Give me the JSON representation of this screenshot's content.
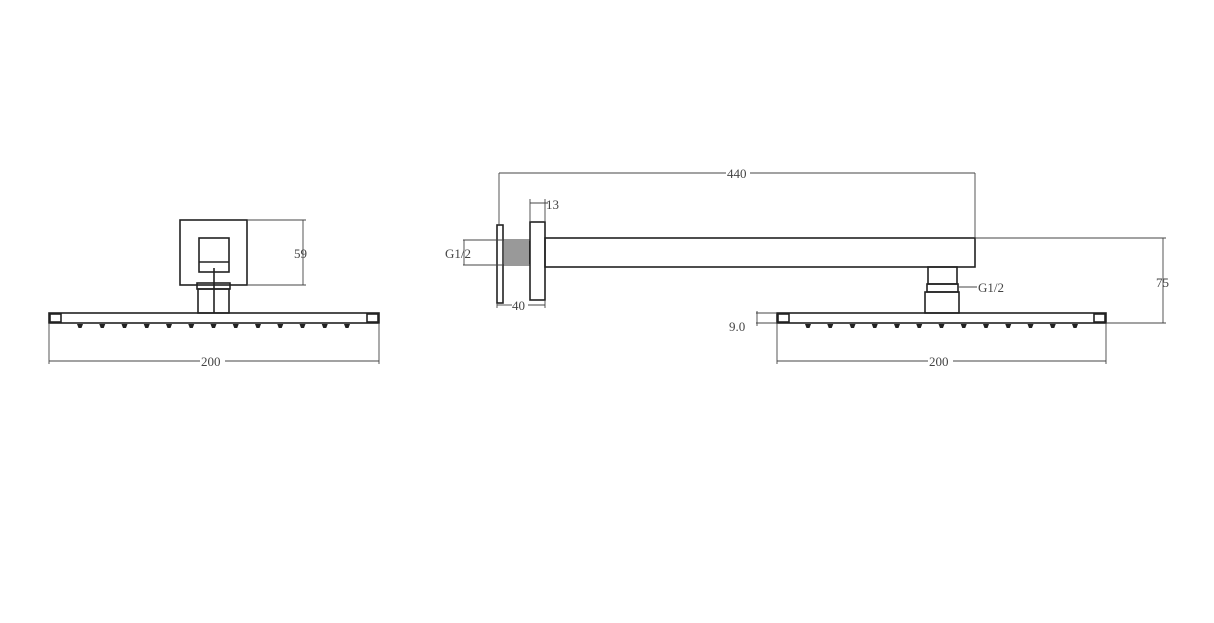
{
  "colors": {
    "line": "#222222",
    "dimension_text": "#444444",
    "background": "#ffffff"
  },
  "front_view": {
    "dims": {
      "height": "59",
      "width": "200"
    }
  },
  "side_view": {
    "dims": {
      "arm_length": "440",
      "flange_thickness": "13",
      "inlet_thread": "G1/2",
      "wall_depth": "40",
      "outlet_thread": "G1/2",
      "drop_height": "75",
      "plate_thickness": "9.0",
      "width": "200"
    }
  }
}
